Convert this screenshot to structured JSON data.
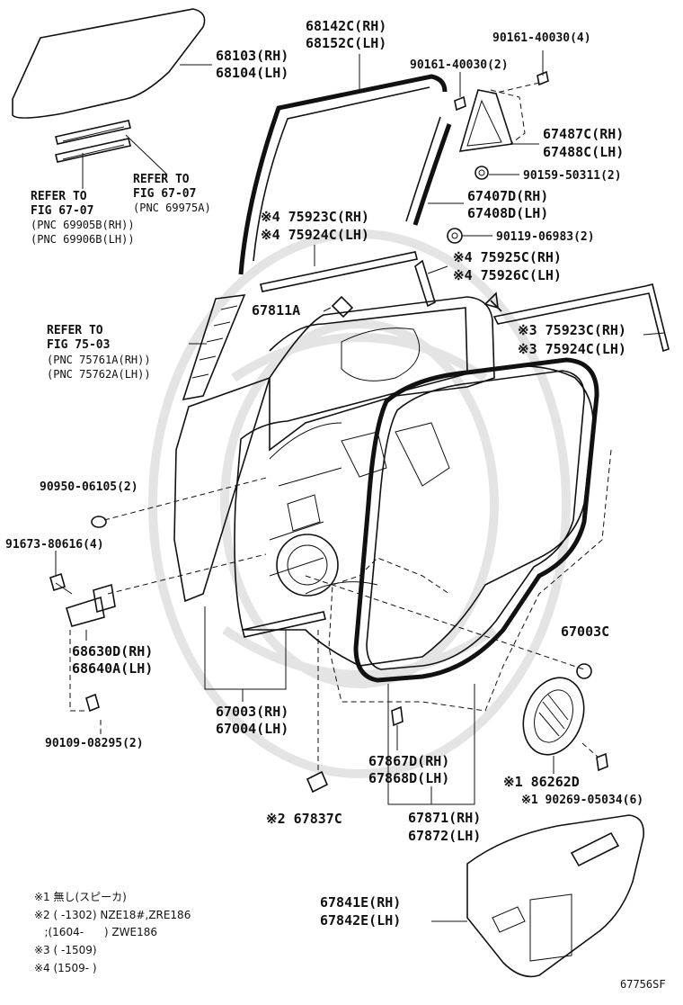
{
  "diagram": {
    "code": "67756SF",
    "parts": {
      "glass_rh": "68103(RH)",
      "glass_lh": "68104(LH)",
      "frame_rh": "68142C(RH)",
      "frame_lh": "68152C(LH)",
      "screw_top": "90161-40030(4)",
      "screw_mid": "90161-40030(2)",
      "tri_rh": "67487C(RH)",
      "tri_lh": "67488C(LH)",
      "bolt_90159": "90159-50311(2)",
      "channel_rh": "67407D(RH)",
      "channel_lh": "67408D(LH)",
      "bolt_90119": "90119-06983(2)",
      "mold_a_rh": "※4 75923C(RH)",
      "mold_a_lh": "※4 75924C(LH)",
      "mold_b_rh": "※4 75925C(RH)",
      "mold_b_lh": "※4 75926C(LH)",
      "label_67811": "67811A",
      "mold_c_rh": "※3 75923C(RH)",
      "mold_c_lh": "※3 75924C(LH)",
      "plug_90950": "90950-06105(2)",
      "bolt_91673": "91673-80616(4)",
      "hinge_rh": "68630D(RH)",
      "hinge_lh": "68640A(LH)",
      "bolt_90109": "90109-08295(2)",
      "door_rh": "67003(RH)",
      "door_lh": "67004(LH)",
      "clip_67003c": "67003C",
      "seal_rh": "67867D(RH)",
      "seal_lh": "67868D(LH)",
      "speaker": "※1 86262D",
      "speaker_screw": "※1 90269-05034(6)",
      "pad_67837": "※2 67837C",
      "weather_rh": "67871(RH)",
      "weather_lh": "67872(LH)",
      "cover_rh": "67841E(RH)",
      "cover_lh": "67842E(LH)"
    },
    "refs": {
      "ref_a_1": "REFER TO",
      "ref_a_2": "FIG 67-07",
      "ref_a_3": "(PNC 69905B(RH))",
      "ref_a_4": "(PNC 69906B(LH))",
      "ref_b_1": "REFER TO",
      "ref_b_2": "FIG 67-07",
      "ref_b_3": "(PNC 69975A)",
      "ref_c_1": "REFER TO",
      "ref_c_2": "FIG 75-03",
      "ref_c_3": "(PNC 75761A(RH))",
      "ref_c_4": "(PNC 75762A(LH))"
    },
    "notes": [
      "※1 無し(スピーカ)",
      "※2 (      -1302) NZE18#,ZRE186",
      "   ;(1604-      ) ZWE186",
      "※3 (      -1509)",
      "※4 (1509-      )"
    ]
  }
}
